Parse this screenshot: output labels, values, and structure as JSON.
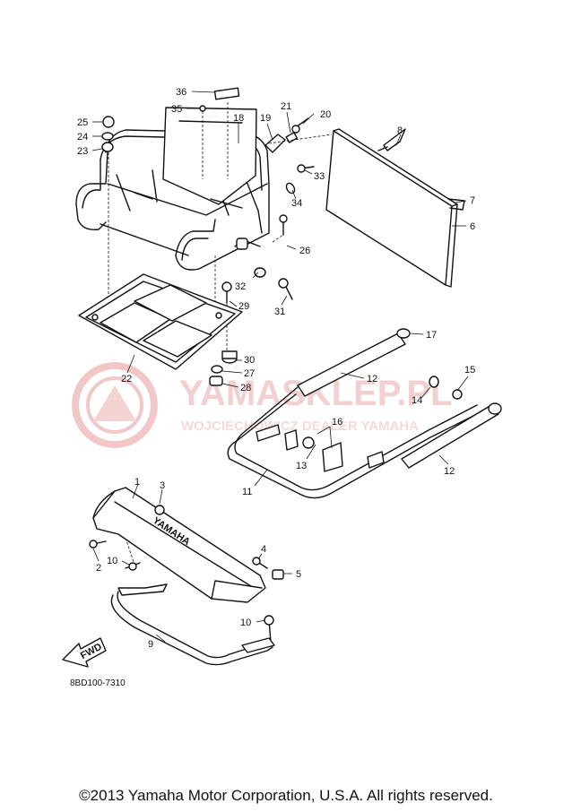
{
  "diagram_code": "8BD100-7310",
  "copyright": "©2013 Yamaha Motor Corporation, U.S.A. All rights reserved.",
  "watermark": {
    "title": "YAMASKLEP.PL",
    "subtitle": "WOJCIECHOWICZ DEALER YAMAHA",
    "color": "#e8a0a0"
  },
  "bumper_text": "YAMAHA",
  "fwd_label": "FWD",
  "callouts": [
    "36",
    "35",
    "18",
    "19",
    "21",
    "20",
    "25",
    "24",
    "23",
    "8",
    "7",
    "6",
    "33",
    "34",
    "26",
    "32",
    "29",
    "31",
    "22",
    "30",
    "27",
    "28",
    "17",
    "12",
    "12",
    "15",
    "14",
    "16",
    "13",
    "11",
    "1",
    "3",
    "2",
    "10",
    "4",
    "5",
    "10",
    "9"
  ]
}
